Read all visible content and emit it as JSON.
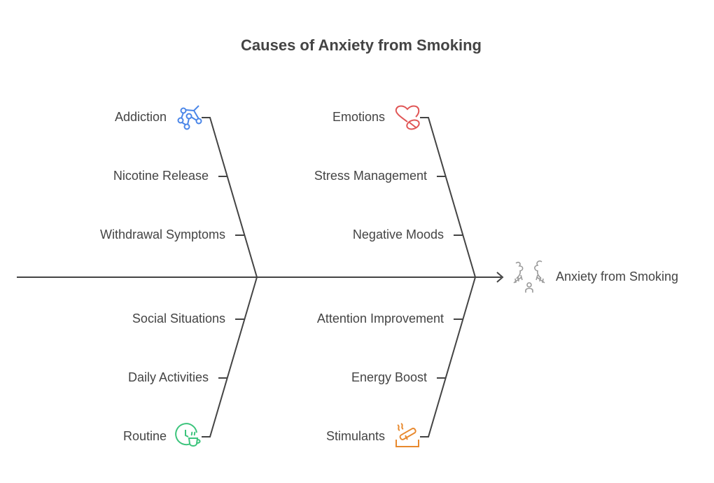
{
  "title": "Causes of Anxiety from Smoking",
  "effect": {
    "label": "Anxiety from Smoking",
    "icon": "smoke-person-icon",
    "color": "#999999"
  },
  "categories": [
    {
      "name": "Addiction",
      "icon": "network-nodes-icon",
      "color": "#4a86e8",
      "position": "top-left",
      "causes": [
        "Nicotine Release",
        "Withdrawal Symptoms"
      ]
    },
    {
      "name": "Emotions",
      "icon": "heart-pill-icon",
      "color": "#e05555",
      "position": "top-right",
      "causes": [
        "Stress Management",
        "Negative Moods"
      ]
    },
    {
      "name": "Routine",
      "icon": "clock-cup-icon",
      "color": "#3cc47c",
      "position": "bottom-left",
      "causes": [
        "Social Situations",
        "Daily Activities"
      ]
    },
    {
      "name": "Stimulants",
      "icon": "cigarette-ashtray-icon",
      "color": "#e8892e",
      "position": "bottom-right",
      "causes": [
        "Attention Improvement",
        "Energy Boost"
      ]
    }
  ],
  "line_color": "#444444"
}
